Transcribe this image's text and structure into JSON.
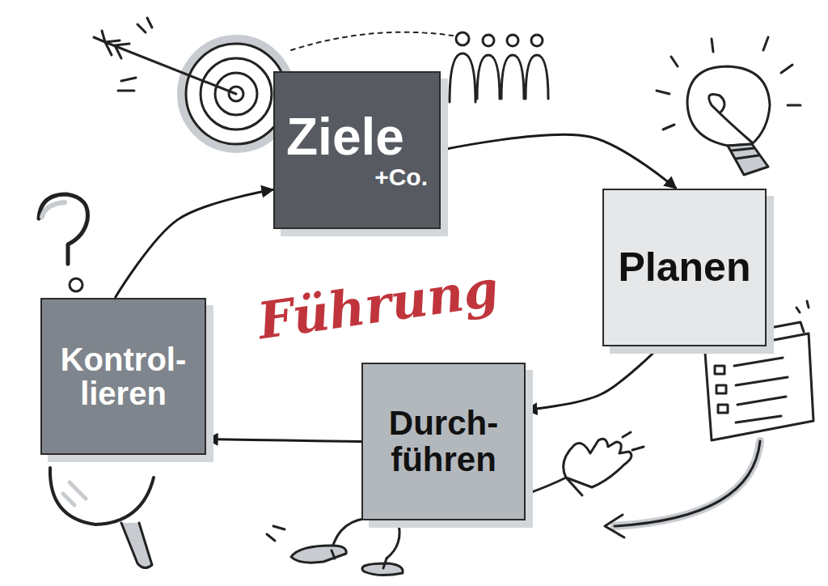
{
  "diagram": {
    "nodes": [
      {
        "text": [
          "Ziele",
          "+Co."
        ]
      },
      {
        "text": [
          "Planen"
        ]
      },
      {
        "text": [
          "Durch- führen"
        ]
      },
      {
        "text": [
          "Kontrol- lieren"
        ]
      }
    ],
    "edges": [
      {
        "from": 0,
        "to": 1,
        "arrow": "to"
      },
      {
        "from": 1,
        "to": 2,
        "arrow": "to"
      },
      {
        "from": 2,
        "to": 3,
        "arrow": "to"
      },
      {
        "from": 3,
        "to": 0,
        "arrow": "to"
      }
    ],
    "labels": [
      "Führung"
    ]
  }
}
